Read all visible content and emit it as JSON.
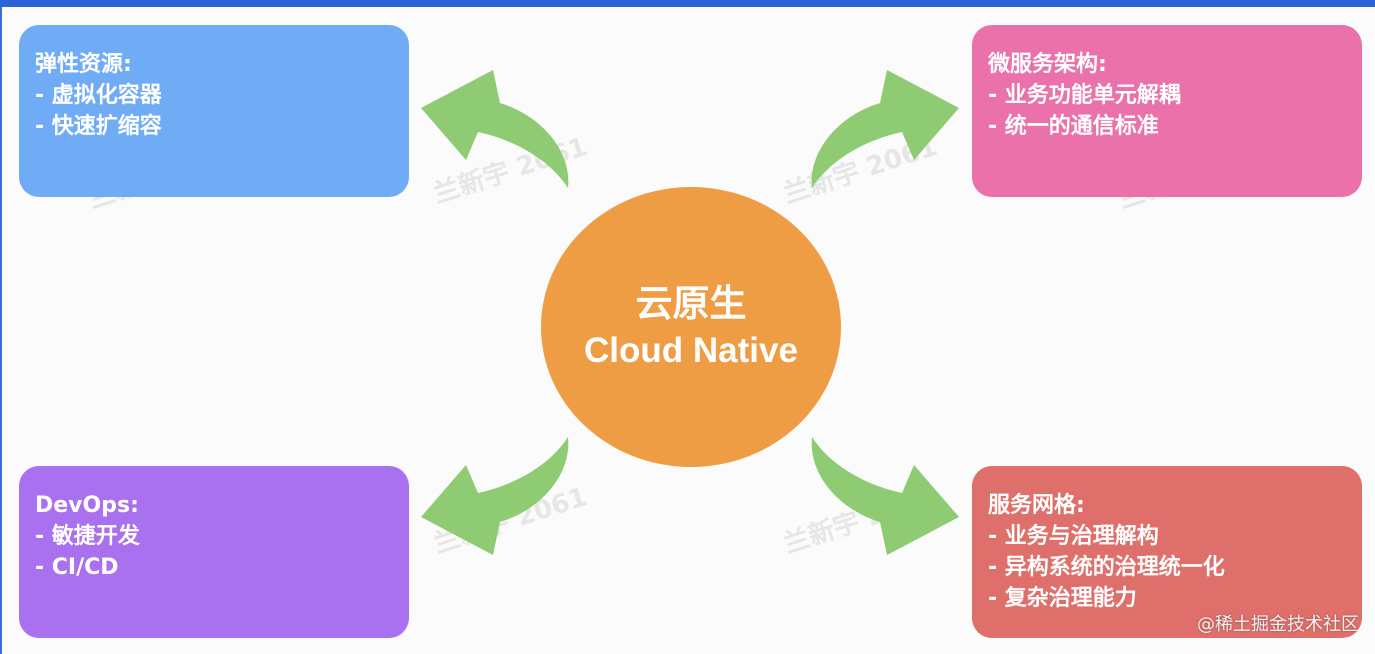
{
  "center": {
    "title_cn": "云原生",
    "title_en": "Cloud Native",
    "color": "#ee9d45"
  },
  "boxes": {
    "elastic": {
      "heading": "弹性资源:",
      "items": [
        "- 虚拟化容器",
        "- 快速扩缩容"
      ],
      "color": "#70acf6"
    },
    "microservices": {
      "heading": "微服务架构:",
      "items": [
        "- 业务功能单元解耦",
        "- 统一的通信标准"
      ],
      "color": "#ea71a9"
    },
    "devops": {
      "heading": "DevOps:",
      "items": [
        "- 敏捷开发",
        "- CI/CD"
      ],
      "color": "#a970ef"
    },
    "service_mesh": {
      "heading": "服务网格:",
      "items": [
        "- 业务与治理解构",
        "- 异构系统的治理统一化",
        "- 复杂治理能力"
      ],
      "color": "#df6f6a"
    }
  },
  "arrow_color": "#8ecb72",
  "watermark_text": "兰新宇 2061",
  "corner_credit": "@稀土掘金技术社区"
}
